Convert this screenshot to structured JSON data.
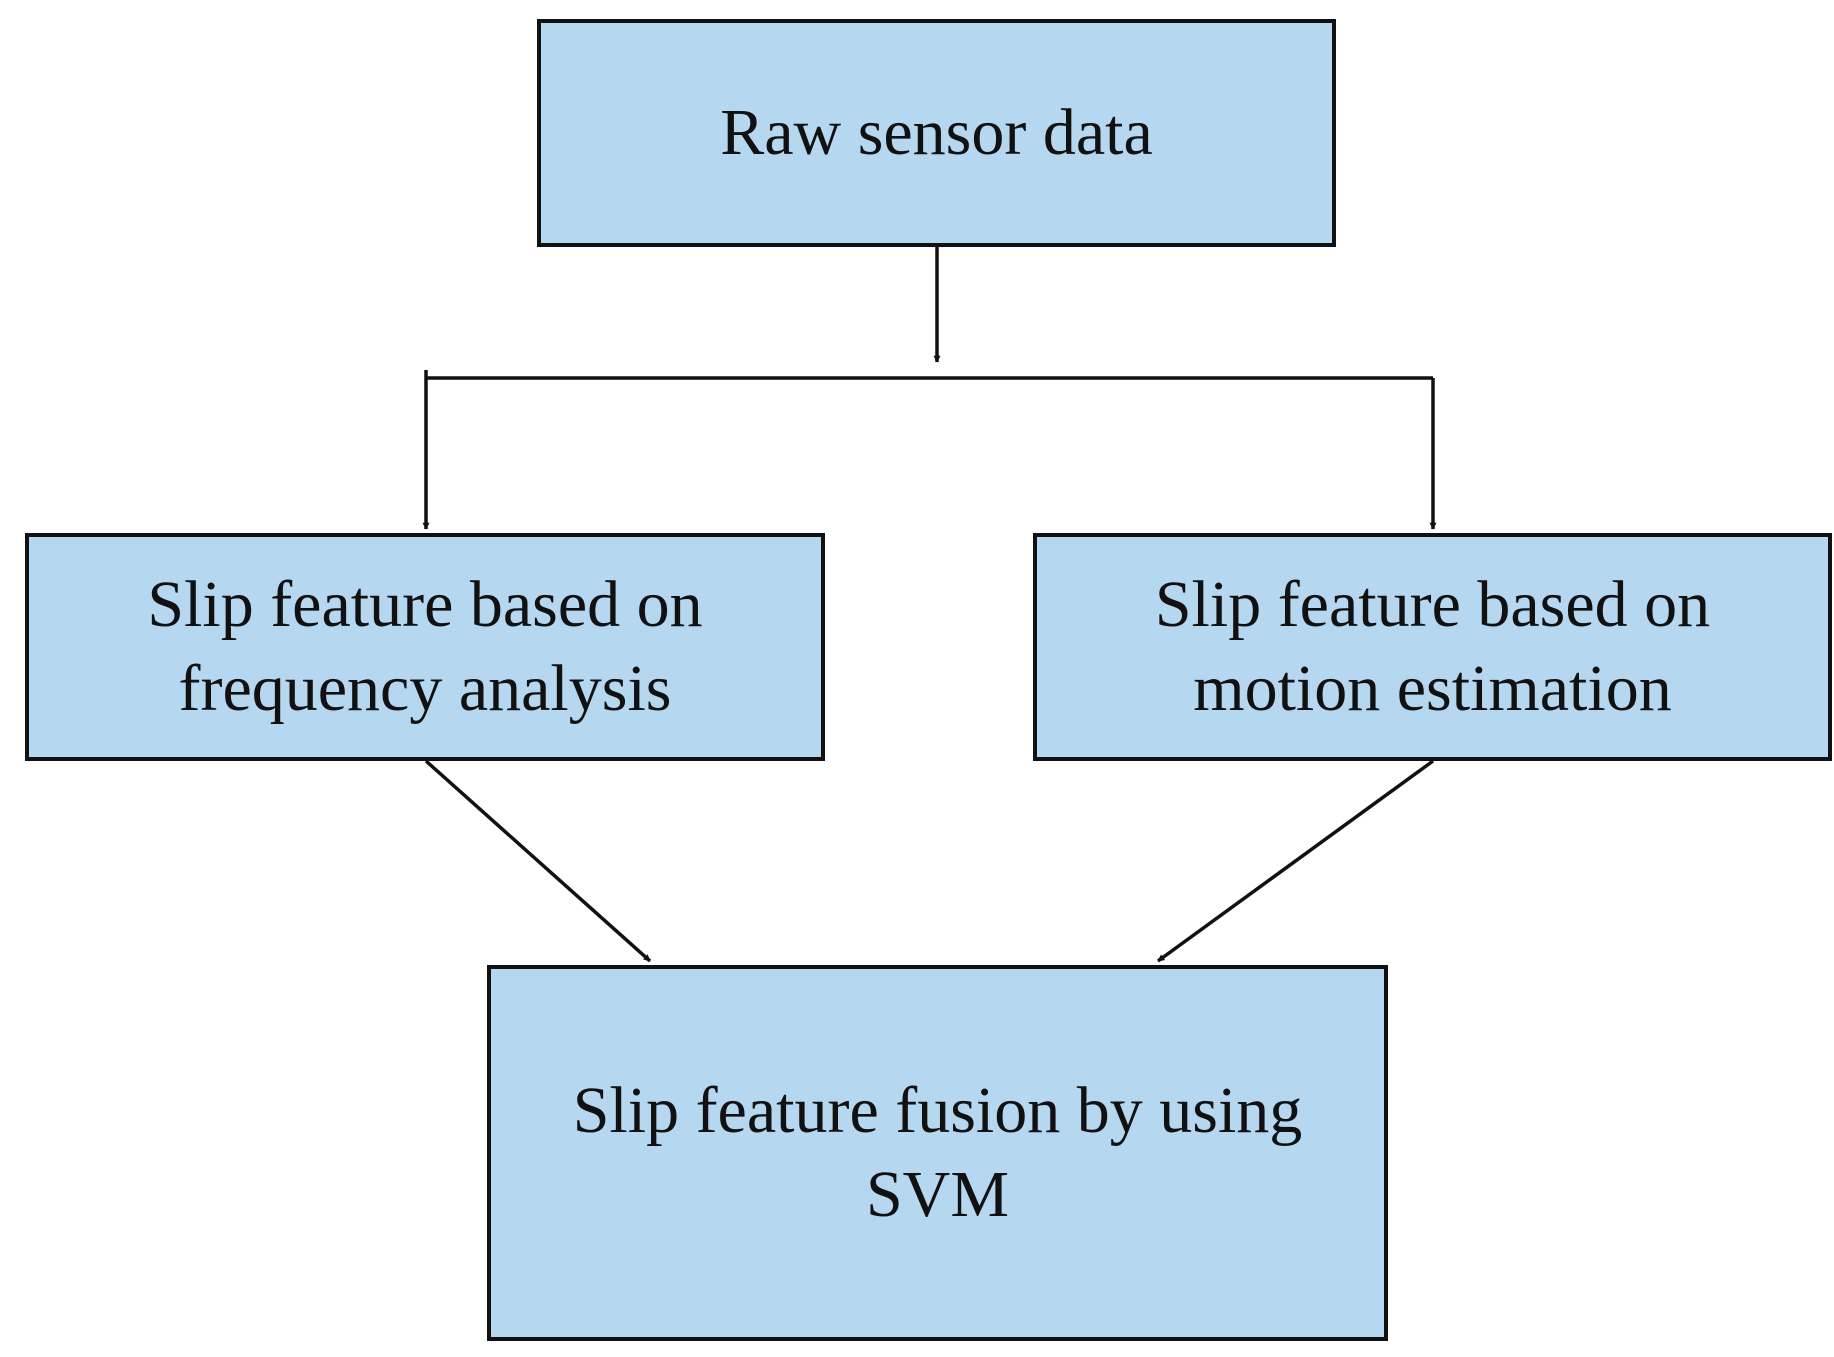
{
  "diagram": {
    "nodes": [
      {
        "id": "raw",
        "lines": [
          "Raw sensor data"
        ]
      },
      {
        "id": "freq",
        "lines": [
          "Slip feature based on",
          "frequency analysis"
        ]
      },
      {
        "id": "motion",
        "lines": [
          "Slip feature based on",
          "motion estimation"
        ]
      },
      {
        "id": "fusion",
        "lines": [
          "Slip feature fusion by using",
          "SVM"
        ]
      }
    ],
    "edges": [
      {
        "from": "raw",
        "to": "freq"
      },
      {
        "from": "raw",
        "to": "motion"
      },
      {
        "from": "freq",
        "to": "fusion"
      },
      {
        "from": "motion",
        "to": "fusion"
      }
    ]
  },
  "colors": {
    "box_fill": "#b5d7ef",
    "stroke": "#111111",
    "background": "#ffffff"
  }
}
